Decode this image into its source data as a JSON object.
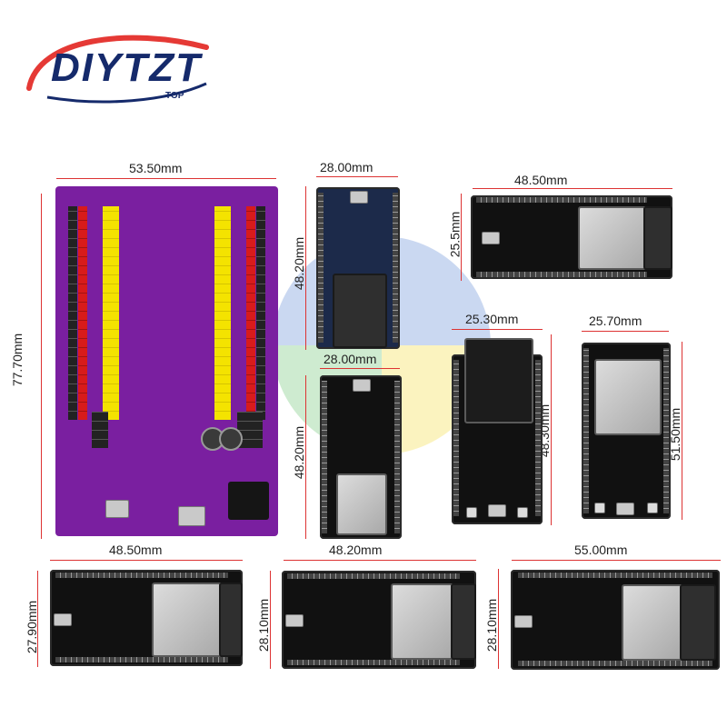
{
  "logo": {
    "brand": "DIYTZT",
    "sub": "TOP"
  },
  "dimensions": {
    "shield_width": "53.50mm",
    "shield_height": "77.70mm",
    "b1_width": "28.00mm",
    "b1_height": "48.20mm",
    "b2_width": "48.50mm",
    "b2_height": "25.5mm",
    "b3_width": "28.00mm",
    "b3_height": "48.20mm",
    "b4_width": "25.30mm",
    "b4_height": "48.30mm",
    "b5_width": "25.70mm",
    "b5_height": "51.50mm",
    "b6_width": "48.50mm",
    "b6_height": "27.90mm",
    "b7_width": "48.20mm",
    "b7_height": "28.10mm",
    "b8_width": "55.00mm",
    "b8_height": "28.10mm"
  },
  "colors": {
    "arrow": "#dd3333",
    "shield": "#7a1fa0",
    "board": "#111111",
    "logo": "#152a6b"
  }
}
